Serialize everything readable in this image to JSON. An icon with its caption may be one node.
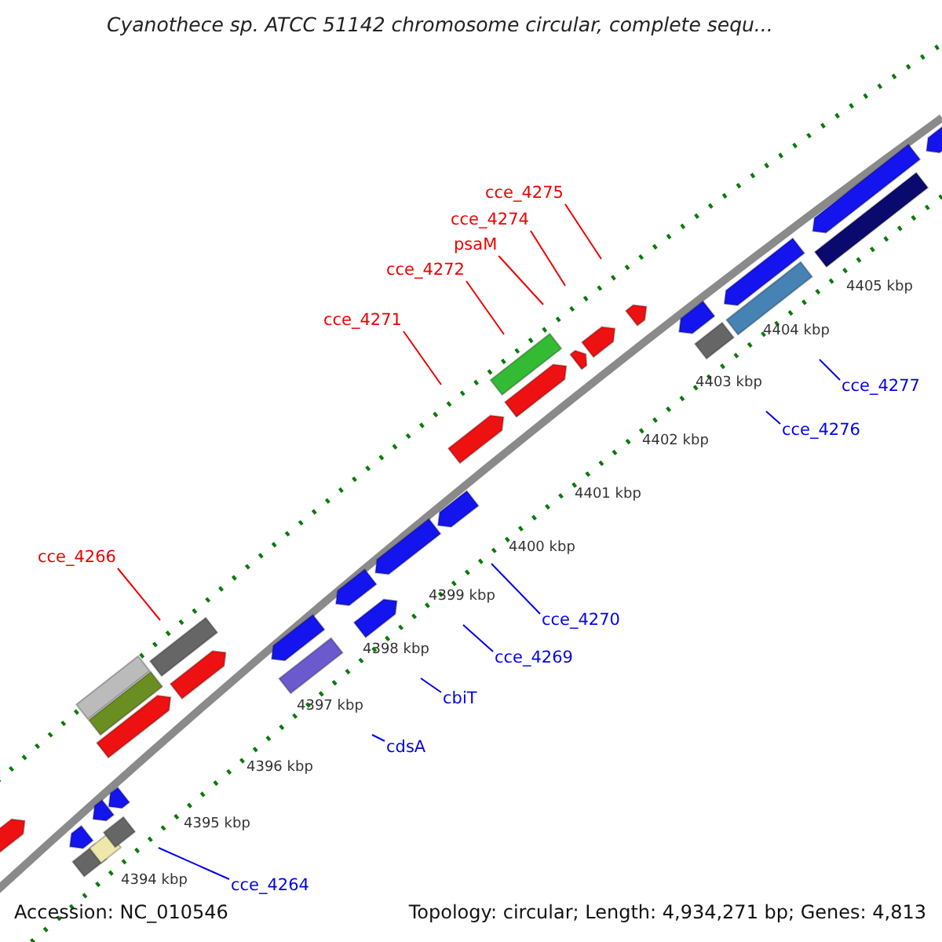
{
  "diagram": {
    "title": "Cyanothece sp. ATCC 51142 chromosome circular, complete sequ...",
    "nodes": [
      {
        "text": [
          "cce_4275"
        ]
      },
      {
        "text": [
          "cce_4274"
        ]
      },
      {
        "text": [
          "psaM"
        ]
      },
      {
        "text": [
          "cce_4272"
        ]
      },
      {
        "text": [
          "cce_4271"
        ]
      },
      {
        "text": [
          "cce_4266"
        ]
      },
      {
        "text": [
          "cce_4277"
        ]
      },
      {
        "text": [
          "cce_4276"
        ]
      },
      {
        "text": [
          "cce_4270"
        ]
      },
      {
        "text": [
          "cce_4269"
        ]
      },
      {
        "text": [
          "cbiT"
        ]
      },
      {
        "text": [
          "cdsA"
        ]
      },
      {
        "text": [
          "cce_4264"
        ]
      }
    ],
    "edges": [
      {
        "from": 0,
        "to": null,
        "arrow": "none",
        "color": "#ee0000"
      },
      {
        "from": 1,
        "to": null,
        "arrow": "none",
        "color": "#ee0000"
      },
      {
        "from": 2,
        "to": null,
        "arrow": "none",
        "color": "#ee0000"
      },
      {
        "from": 3,
        "to": null,
        "arrow": "none",
        "color": "#ee0000"
      },
      {
        "from": 4,
        "to": null,
        "arrow": "none",
        "color": "#ee0000"
      },
      {
        "from": 5,
        "to": null,
        "arrow": "none",
        "color": "#ee0000"
      },
      {
        "from": 6,
        "to": null,
        "arrow": "none",
        "color": "#0000ee"
      },
      {
        "from": 7,
        "to": null,
        "arrow": "none",
        "color": "#0000ee"
      },
      {
        "from": 8,
        "to": null,
        "arrow": "none",
        "color": "#0000ee"
      },
      {
        "from": 9,
        "to": null,
        "arrow": "none",
        "color": "#0000ee"
      },
      {
        "from": 10,
        "to": null,
        "arrow": "none",
        "color": "#0000ee"
      },
      {
        "from": 11,
        "to": null,
        "arrow": "none",
        "color": "#0000ee"
      },
      {
        "from": 12,
        "to": null,
        "arrow": "none",
        "color": "#0000ee"
      }
    ],
    "labels": [
      "4405 kbp",
      "4404 kbp",
      "4403 kbp",
      "4402 kbp",
      "4401 kbp",
      "4400 kbp",
      "4399 kbp",
      "4398 kbp",
      "4397 kbp",
      "4396 kbp",
      "4395 kbp",
      "4394 kbp",
      "Accession: NC_010546",
      "Topology: circular; Length: 4,934,271 bp; Genes: 4,813"
    ]
  }
}
